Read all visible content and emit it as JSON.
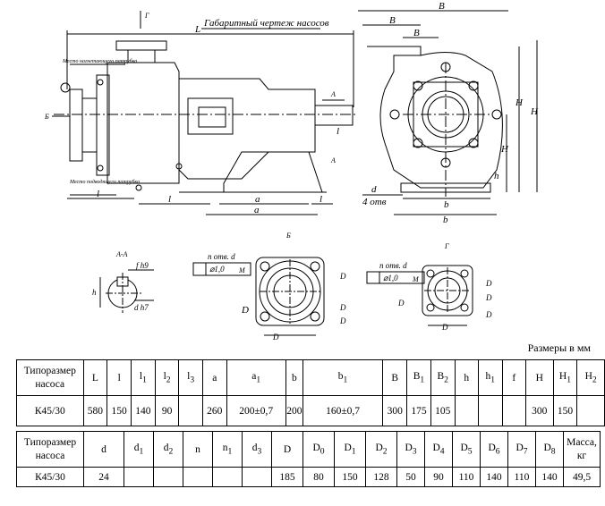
{
  "drawing": {
    "title": "Габаритный чертеж насосов",
    "labels": {
      "L": "L",
      "l": "l",
      "l1": "l",
      "l2": "l",
      "l3": "l",
      "a": "a",
      "a1": "a",
      "B": "B",
      "B1": "B",
      "B2": "B",
      "b": "b",
      "b1": "b",
      "h": "h",
      "H": "H",
      "H1": "H",
      "H2": "H",
      "d3": "d",
      "holes4": "4 отв",
      "G": "Г",
      "B_view": "Б",
      "A": "A",
      "pressure_flange": "Место нагнетающего патрубка",
      "suction_flange": "Место подводящего патрубка",
      "section_AA": "А-А",
      "fh9": "f h9",
      "dh7": "d h7",
      "view_B": "Б",
      "view_G": "Г",
      "n_holes_d1": "n отв. d",
      "n1_holes_d2": "n отв. d",
      "tol": "⌀1,0",
      "M": "M",
      "D": "D",
      "D0": "D",
      "D1": "D",
      "D2": "D",
      "D3": "D",
      "D4": "D",
      "D5": "D",
      "D6": "D",
      "D7": "D",
      "D8": "D"
    }
  },
  "units_note": "Размеры в мм",
  "table1": {
    "header_first_line1": "Типоразмер",
    "header_first_line2": "насоса",
    "columns": [
      "L",
      "l",
      "l1",
      "l2",
      "l3",
      "a",
      "a1",
      "b",
      "b1",
      "B",
      "B1",
      "B2",
      "h",
      "h1",
      "f",
      "H",
      "H1",
      "H2"
    ],
    "row": [
      "К45/30",
      "580",
      "150",
      "140",
      "90",
      "",
      "260",
      "200±0,7",
      "200",
      "160±0,7",
      "300",
      "175",
      "105",
      "",
      "",
      "",
      "300",
      "150",
      ""
    ]
  },
  "table2": {
    "header_first_line1": "Типоразмер",
    "header_first_line2": "насоса",
    "columns": [
      "d",
      "d1",
      "d2",
      "n",
      "n1",
      "d3",
      "D",
      "D0",
      "D1",
      "D2",
      "D3",
      "D4",
      "D5",
      "D6",
      "D7",
      "D8"
    ],
    "mass_line1": "Масса,",
    "mass_line2": "кг",
    "row": [
      "К45/30",
      "24",
      "",
      "",
      "",
      "",
      "",
      "185",
      "80",
      "150",
      "128",
      "50",
      "90",
      "110",
      "140",
      "110",
      "140",
      "49,5"
    ]
  }
}
